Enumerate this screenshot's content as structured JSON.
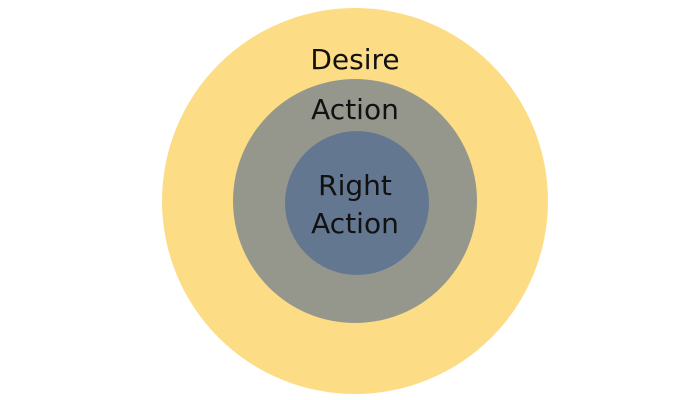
{
  "diagram": {
    "rings": [
      {
        "id": "outer",
        "label": "Desire",
        "color": "#FCDD85"
      },
      {
        "id": "middle",
        "label": "Action",
        "color": "#96978C"
      },
      {
        "id": "inner",
        "label_lines": [
          "Right",
          "Action"
        ],
        "color": "#637791"
      }
    ],
    "background": "#FFFFFF"
  }
}
